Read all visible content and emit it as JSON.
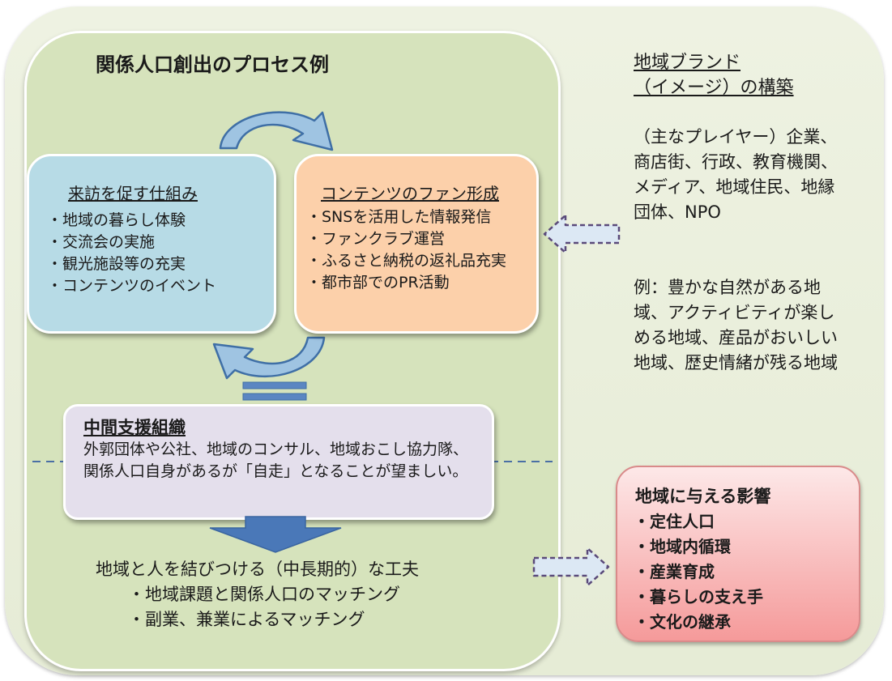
{
  "title": "関係人口創出のプロセス例",
  "box_visit": {
    "title": "来訪を促す仕組み",
    "items": [
      "・地域の暮らし体験",
      "・交流会の実施",
      "・観光施設等の充実",
      "・コンテンツのイベント"
    ]
  },
  "box_fan": {
    "title": "コンテンツのファン形成",
    "items": [
      "・SNSを活用した情報発信",
      "・ファンクラブ運営",
      "・ふるさと納税の返礼品充実",
      "・都市部でのPR活動"
    ]
  },
  "box_support": {
    "title": "中間支援組織",
    "description": "外郭団体や公社、地域のコンサル、地域おこし協力隊、関係人口自身があるが「自走」となることが望ましい。"
  },
  "bottom": {
    "heading": "地域と人を結びつける（中長期的）な工夫",
    "items": [
      "・地域課題と関係人口のマッチング",
      "・副業、兼業によるマッチング"
    ]
  },
  "brand": {
    "title_line1": "地域ブランド",
    "title_line2": "（イメージ）の構築",
    "players": "（主なプレイヤー）企業、商店街、行政、教育機関、メディア、地域住民、地縁団体、NPO",
    "example": "例：豊かな自然がある地域、アクティビティが楽しめる地域、産品がおいしい地域、歴史情緒が残る地域"
  },
  "impact": {
    "title": "地域に与える影響",
    "items": [
      "・定住人口",
      "・地域内循環",
      "・産業育成",
      "・暮らしの支え手",
      "・文化の継承"
    ]
  },
  "colors": {
    "outer": "#e8eed9",
    "inner": "#d6e3bc",
    "blue_box": "#b7dbe6",
    "orange_box": "#fcd0aa",
    "purple_box": "#e4dfec",
    "red_box": "#f59a9a",
    "arrow_blue": "#4a78b8"
  }
}
